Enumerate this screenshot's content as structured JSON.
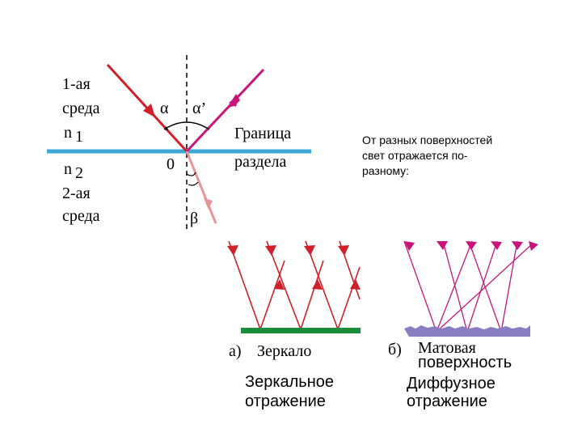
{
  "colors": {
    "incident_ray": "#d0202a",
    "reflected_ray": "#c8157a",
    "refracted_ray": "#e8959a",
    "interface": "#3aa9d6",
    "mirror": "#1a8c3a",
    "matte": "#8a7cc0",
    "diffuse_ray": "#c8157a"
  },
  "diagram": {
    "medium1": {
      "line1": "1-ая",
      "line2": "среда",
      "index": "n",
      "index_sub": "1"
    },
    "medium2": {
      "index": "n",
      "index_sub": "2",
      "line1": "2-ая",
      "line2": "среда"
    },
    "boundary": {
      "line1": "Граница",
      "line2": "раздела"
    },
    "angles": {
      "alpha": "α",
      "alpha_prime": "α’",
      "beta": "β"
    },
    "point": "0"
  },
  "note": {
    "line1": "От разных поверхностей",
    "line2": "свет отражается по-",
    "line3": "разному:"
  },
  "specular": {
    "caption_letter": "а)",
    "surface_label": "Зеркало",
    "title_line1": "Зеркальное",
    "title_line2": "отражение"
  },
  "diffuse": {
    "caption_letter": "б)",
    "surface_line1": "Матовая",
    "surface_line2": "поверхность",
    "title_line1": "Диффузное",
    "title_line2": "отражение"
  }
}
